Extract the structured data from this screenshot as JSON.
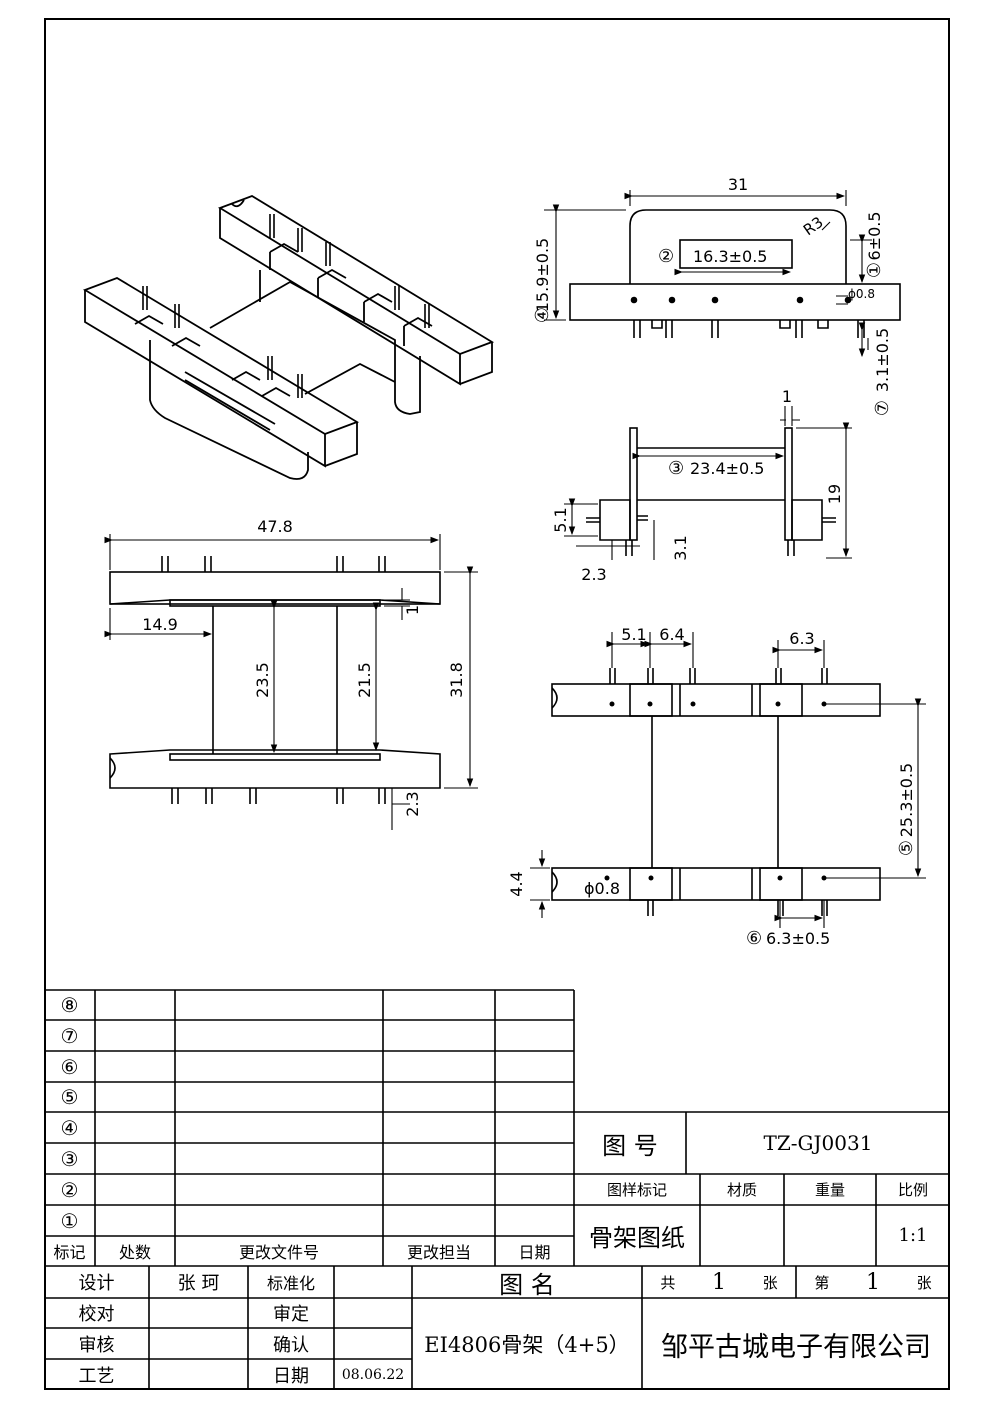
{
  "drawing": {
    "dims": {
      "side_width": "31",
      "side_radius": "R3",
      "side_inner": "16.3±0.5",
      "side_inner_num": "②",
      "side_height": "15.9±0.5",
      "side_height_num": "④",
      "side_top_tol": "6±0.5",
      "side_top_num": "①",
      "side_hole": "ϕ0.8",
      "side_pin": "3.1±0.5",
      "side_pin_num": "⑦",
      "end_thk": "1",
      "end_inner": "23.4±0.5",
      "end_inner_num": "③",
      "end_height": "19",
      "end_pin_off": "5.1",
      "end_pin_len": "3.1",
      "end_pin_step": "2.3",
      "top_width": "47.8",
      "top_offset": "14.9",
      "top_inner1": "23.5",
      "top_inner2": "21.5",
      "top_height": "31.8",
      "top_gap": "1",
      "top_pin": "2.3",
      "bot_pitch1": "5.1",
      "bot_pitch2": "6.4",
      "bot_pitch3": "6.3",
      "bot_span": "25.3±0.5",
      "bot_span_num": "⑤",
      "bot_flange": "4.4",
      "bot_hole": "ϕ0.8",
      "bot_pitch4": "6.3±0.5",
      "bot_pitch4_num": "⑥"
    }
  },
  "revision_table": {
    "rows": [
      "⑧",
      "⑦",
      "⑥",
      "⑤",
      "④",
      "③",
      "②",
      "①"
    ],
    "headers": [
      "标记",
      "处数",
      "更改文件号",
      "更改担当",
      "日期"
    ]
  },
  "title_block": {
    "drawing_no_label": "图 号",
    "drawing_no": "TZ-GJ0031",
    "sample_mark_label": "图样标记",
    "material_label": "材质",
    "weight_label": "重量",
    "scale_label": "比例",
    "sample_mark": "骨架图纸",
    "scale": "1:1",
    "design_label": "设计",
    "designer": "张 珂",
    "standard_label": "标准化",
    "name_label": "图 名",
    "total_label": "共",
    "total_value": "1",
    "sheet_unit": "张",
    "page_label": "第",
    "page_value": "1",
    "page_unit": "张",
    "check_label": "校对",
    "approve_label": "审定",
    "review_label": "审核",
    "confirm_label": "确认",
    "process_label": "工艺",
    "date_label": "日期",
    "date": "08.06.22",
    "drawing_name": "EI4806骨架（4+5）",
    "company": "邹平古城电子有限公司"
  }
}
